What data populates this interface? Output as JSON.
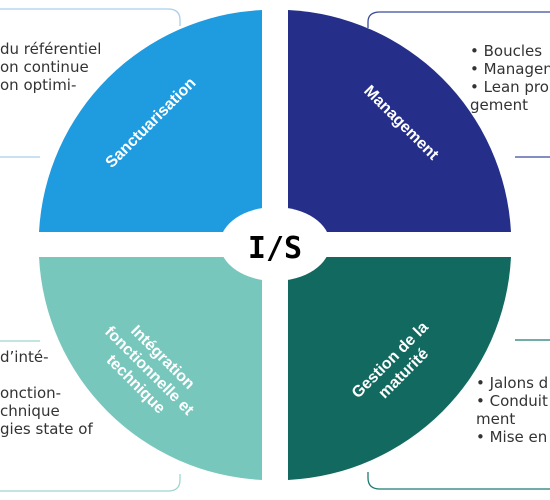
{
  "center": {
    "label": "I/S"
  },
  "quadrants": [
    {
      "id": "tl",
      "label_lines": [
        "Sanctuarisation"
      ],
      "color": "#1f9be0"
    },
    {
      "id": "tr",
      "label_lines": [
        "Management"
      ],
      "color": "#252f8a"
    },
    {
      "id": "bl",
      "label_lines": [
        "Intégration",
        "fonctionnelle et",
        "technique"
      ],
      "color": "#78c7bd"
    },
    {
      "id": "br",
      "label_lines": [
        "Gestion de la",
        "maturité"
      ],
      "color": "#11695f"
    }
  ],
  "side_text": {
    "top_left": [
      "du référentiel",
      "on continue",
      "on optimi-"
    ],
    "top_right": [
      "• Boucles",
      "• Managen",
      "• Lean pro",
      "   gement"
    ],
    "bottom_left": [
      "d’inté-",
      "",
      "onction-",
      "chnique",
      "gies state of"
    ],
    "bottom_right": [
      "• Jalons d",
      "• Conduit",
      "   ment",
      "• Mise en"
    ]
  },
  "colors": {
    "connector_tl": "#a9cfe9",
    "connector_tr": "#3a4a9c",
    "connector_bl": "#9fd5cd",
    "connector_br": "#1e7a70"
  }
}
